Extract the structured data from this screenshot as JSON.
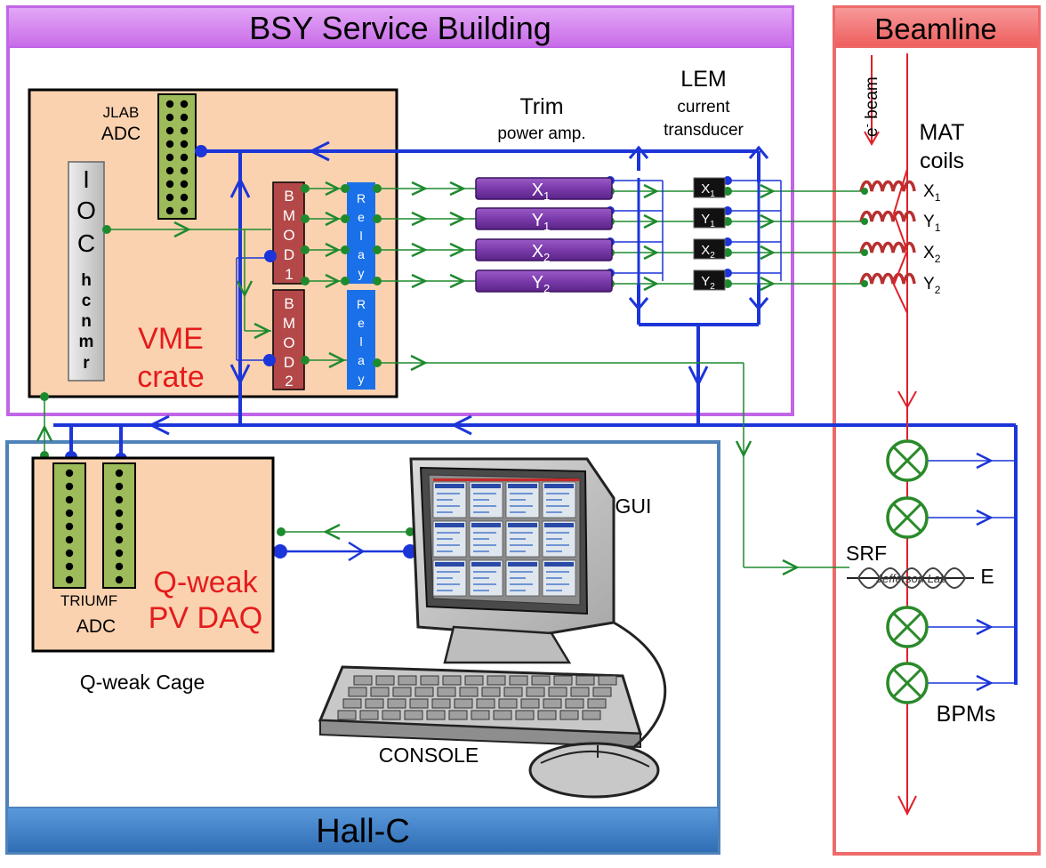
{
  "regions": {
    "bsy_title": "BSY Service Building",
    "beamline_title": "Beamline",
    "hallc_title": "Hall-C",
    "cage_label": "Q-weak Cage"
  },
  "vme": {
    "crate_line1": "VME",
    "crate_line2": "crate",
    "jlab_line1": "JLAB",
    "jlab_line2": "ADC",
    "ioc_letters": [
      "I",
      "O",
      "C"
    ],
    "ioc_host": [
      "h",
      "c",
      "n",
      "m",
      "r"
    ],
    "bmod1_letters": [
      "B",
      "M",
      "O",
      "D",
      "1"
    ],
    "bmod2_letters": [
      "B",
      "M",
      "O",
      "D",
      "2"
    ],
    "relay_letters": [
      "R",
      "e",
      "l",
      "a",
      "y"
    ]
  },
  "amps": {
    "title_line1": "Trim",
    "title_line2": "power amp.",
    "items": [
      {
        "base": "X",
        "sub": "1"
      },
      {
        "base": "Y",
        "sub": "1"
      },
      {
        "base": "X",
        "sub": "2"
      },
      {
        "base": "Y",
        "sub": "2"
      }
    ]
  },
  "lem": {
    "title_line1": "LEM",
    "title_line2": "current",
    "title_line3": "transducer"
  },
  "coils": {
    "title_line1": "MAT",
    "title_line2": "coils"
  },
  "beam": {
    "label_main": "e",
    "label_sup": "-",
    "label_end": " beam"
  },
  "daq": {
    "line1": "Q-weak",
    "line2": "PV DAQ",
    "adc_line1": "TRIUMF",
    "adc_line2": "ADC"
  },
  "console": {
    "gui_label": "GUI",
    "console_label": "CONSOLE"
  },
  "srf": {
    "label": "SRF",
    "e_label": "E",
    "logo_text": "Jefferson Lab"
  },
  "bpms_label": "BPMs",
  "colors": {
    "bsy_border": "#c066e6",
    "bsy_header": "#d58cf2",
    "beamline_border": "#ee6a6a",
    "beamline_header": "#f27f7f",
    "hallc_border": "#4f82b8",
    "hallc_header": "#4a86c8",
    "crate_fill": "#fbd2b0",
    "green_wire": "#1e8a2e",
    "blue_bus": "#1c35d8",
    "red_beam": "#e0202a",
    "amp_fill": "#7a3aaa",
    "bmod_fill": "#b44848",
    "relay_fill": "#1a70e8",
    "adc_fill": "#9dbb5a",
    "highlight_text": "#e41c1c"
  }
}
